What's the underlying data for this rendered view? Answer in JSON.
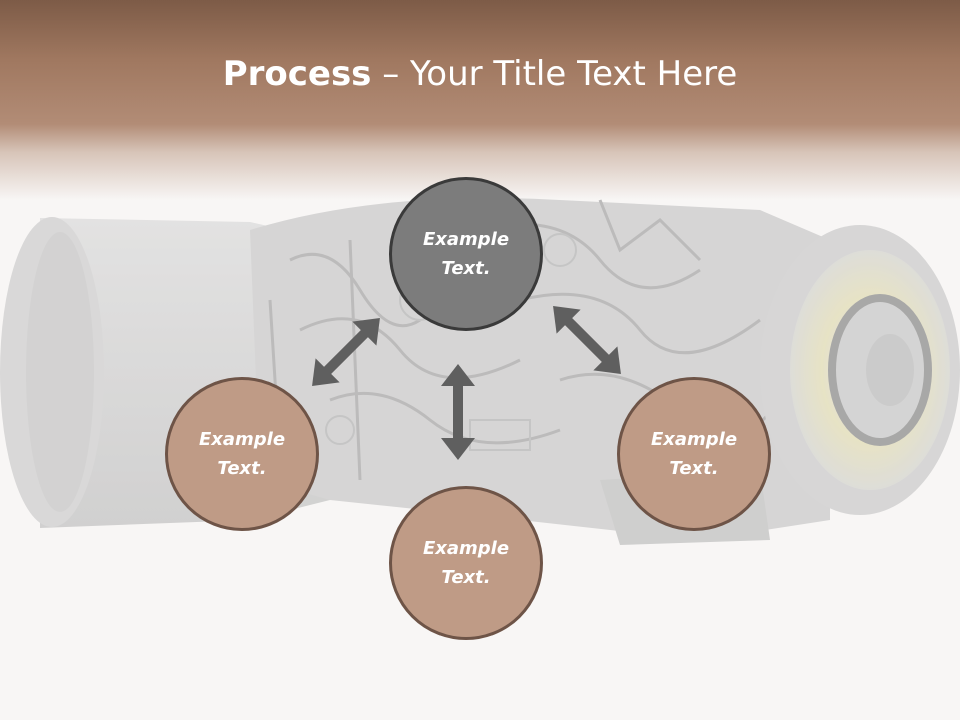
{
  "slide": {
    "title_bold": "Process",
    "title_rest": " – Your Title Text Here"
  },
  "nodes": {
    "top": "Example Text.",
    "left": "Example Text.",
    "right": "Example Text.",
    "bottom": "Example Text."
  },
  "colors": {
    "header": "#a07860",
    "center_circle": "#7c7c7c",
    "outer_circle": "#bf9b86",
    "circle_border": "#6e5447",
    "arrow": "#5f5f5f"
  },
  "icons": {
    "background": "jet-engine-illustration",
    "arrows": "double-headed-arrow"
  }
}
